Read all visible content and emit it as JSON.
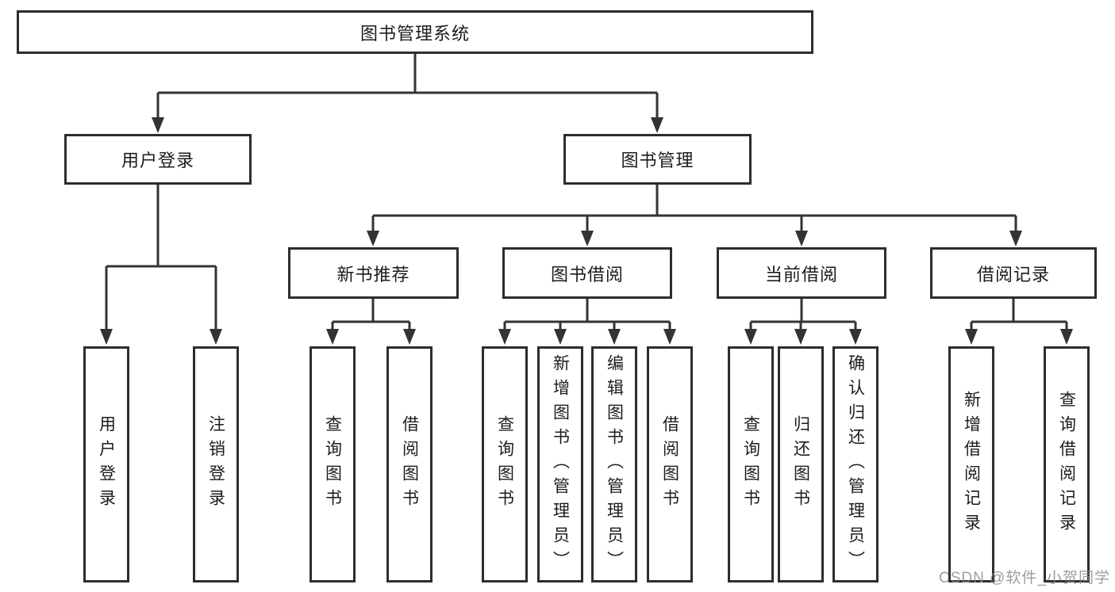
{
  "watermark": {
    "text": "CSDN @软件_小贺同学",
    "color": "#8c8c8c"
  },
  "colors": {
    "background": "#ffffff",
    "box_border": "#2d2d2d",
    "line": "#333333",
    "text": "#1c1c1c"
  },
  "tree": {
    "label": "图书管理系统",
    "children": [
      {
        "label": "用户登录",
        "children": [
          {
            "label": "用户登录"
          },
          {
            "label": "注销登录"
          }
        ]
      },
      {
        "label": "图书管理",
        "children": [
          {
            "label": "新书推荐",
            "children": [
              {
                "label": "查询图书"
              },
              {
                "label": "借阅图书"
              }
            ]
          },
          {
            "label": "图书借阅",
            "children": [
              {
                "label": "查询图书"
              },
              {
                "label": "新增图书（管理员）"
              },
              {
                "label": "编辑图书（管理员）"
              },
              {
                "label": "借阅图书"
              }
            ]
          },
          {
            "label": "当前借阅",
            "children": [
              {
                "label": "查询图书"
              },
              {
                "label": "归还图书"
              },
              {
                "label": "确认归还（管理员）"
              }
            ]
          },
          {
            "label": "借阅记录",
            "children": [
              {
                "label": "新增借阅记录"
              },
              {
                "label": "查询借阅记录"
              }
            ]
          }
        ]
      }
    ]
  }
}
